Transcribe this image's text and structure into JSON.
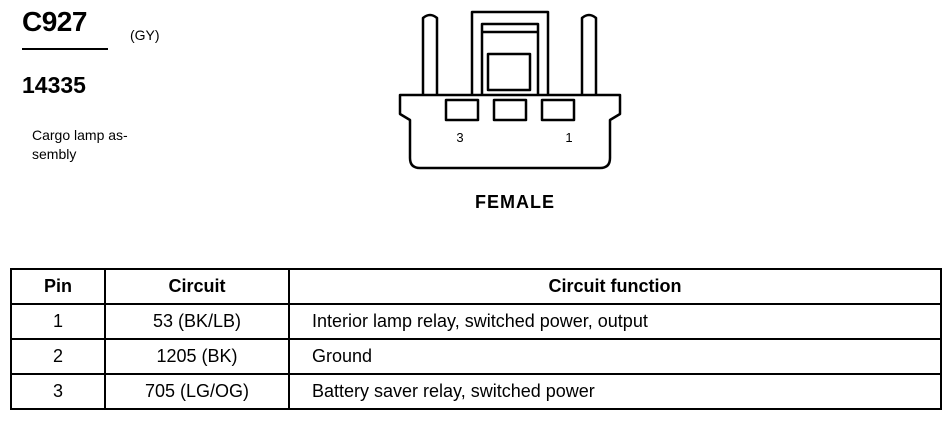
{
  "connector": {
    "id": "C927",
    "color_code": "(GY)",
    "part_number": "14335",
    "description": "Cargo lamp as-\nsembly",
    "gender": "FEMALE",
    "pin_labels": {
      "left": "3",
      "right": "1"
    }
  },
  "table": {
    "headers": {
      "pin": "Pin",
      "circuit": "Circuit",
      "function": "Circuit function"
    },
    "rows": [
      {
        "pin": "1",
        "circuit": "53 (BK/LB)",
        "function": "Interior lamp relay, switched power, output"
      },
      {
        "pin": "2",
        "circuit": "1205 (BK)",
        "function": "Ground"
      },
      {
        "pin": "3",
        "circuit": "705 (LG/OG)",
        "function": "Battery saver relay, switched power"
      }
    ]
  }
}
